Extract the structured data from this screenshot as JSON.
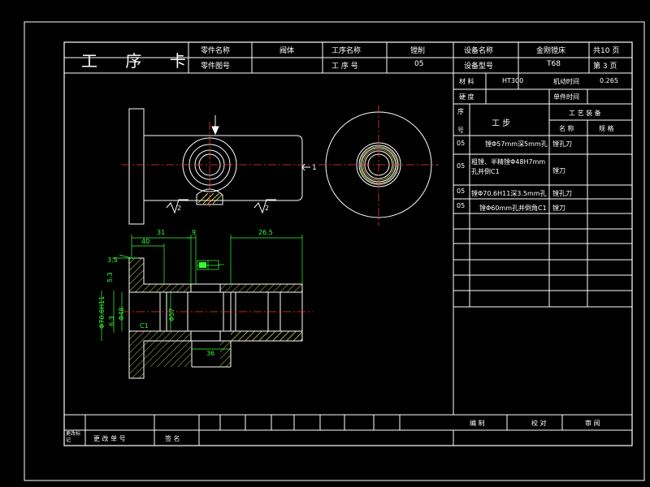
{
  "header": {
    "title": "工 序 卡",
    "labels": {
      "part_name": "零件名称",
      "part_drawing_no": "零件图号",
      "process_name": "工序名称",
      "process_no": "工 序 号",
      "equipment_name": "设备名称",
      "equipment_model": "设备型号"
    },
    "values": {
      "part_name": "阀体",
      "process_name": "镗削",
      "process_no": "05",
      "equipment_name": "金刚镗床",
      "equipment_model": "T68"
    },
    "pages_total": "共10 页",
    "page_current": "第 3 页"
  },
  "props": {
    "material_label": "材 料",
    "material_value": "HT300",
    "machine_time_label": "机动时间",
    "machine_time_value": "0.265",
    "hardness_label": "硬 度",
    "unit_time_label": "单件时间"
  },
  "steps": {
    "seq_label_top": "序",
    "seq_label_bottom": "号",
    "step_label": "工 步",
    "equipment_header": "工 艺 装 备",
    "name_header": "名 称",
    "spec_header": "规 格",
    "rows": [
      {
        "seq": "05",
        "step": "镗Φ57mm深5mm孔",
        "tool": "镗孔刀"
      },
      {
        "seq": "05",
        "step": "粗镗、半精镗Φ48H7mm孔并倒C1",
        "tool": "镗刀"
      },
      {
        "seq": "05",
        "step": "镗Φ70.6H11深3.5mm孔",
        "tool": "镗孔刀"
      },
      {
        "seq": "05",
        "step": "镗Φ60mm孔并倒角C1",
        "tool": "镗刀"
      }
    ]
  },
  "footer": {
    "change_mark": "更改标记",
    "change_doc_no": "更 改 单 号",
    "signature": "签 名",
    "prepared": "编 制",
    "checked": "校 对",
    "reviewed": "审 阅"
  },
  "drawing": {
    "section_mark_1": "1",
    "roughness_1": "2",
    "roughness_2": "2",
    "dims": [
      "31",
      "40",
      "9",
      "26.5",
      "3.5",
      "5.3",
      "6.3",
      "Φ48",
      "Φ57",
      "Φ70.6H11",
      "C1",
      "36"
    ],
    "colors": {
      "outline": "#ffffff",
      "centerline": "#ff3333",
      "dimension": "#33ff33",
      "hatch": "#ffff66",
      "frame": "#ffffff"
    }
  }
}
